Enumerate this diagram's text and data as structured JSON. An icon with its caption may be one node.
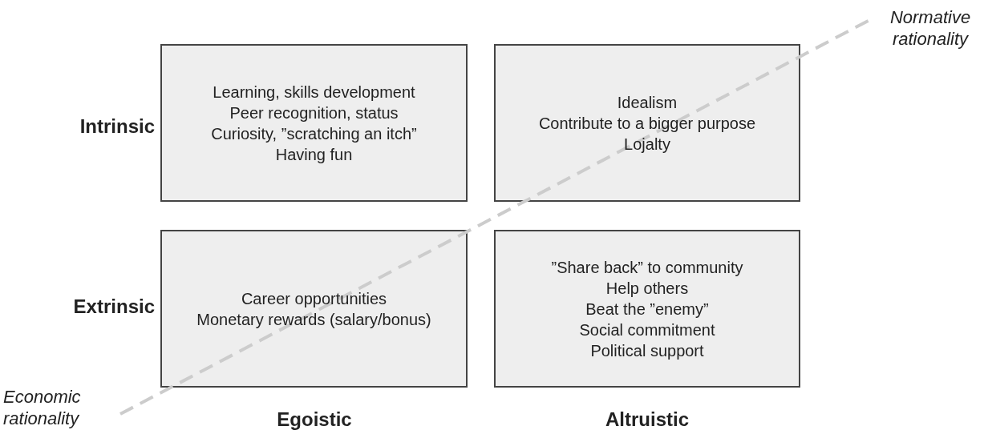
{
  "diagram": {
    "nodes": [
      {
        "text": [
          "Learning, skills development",
          "Peer recognition, status",
          "Curiosity, ”scratching an itch”",
          "Having fun"
        ]
      },
      {
        "text": [
          "Idealism",
          "Contribute to a bigger purpose",
          "Lojalty"
        ]
      },
      {
        "text": [
          "Career opportunities",
          "Monetary rewards (salary/bonus)"
        ]
      },
      {
        "text": [
          "”Share back” to community",
          "Help others",
          "Beat the ”enemy”",
          "Social commitment",
          "Political support"
        ]
      }
    ],
    "labels": [
      "Normative rationality",
      "Intrinsic",
      "Extrinsic",
      "Economic rationality",
      "Egoistic",
      "Altruistic"
    ]
  }
}
